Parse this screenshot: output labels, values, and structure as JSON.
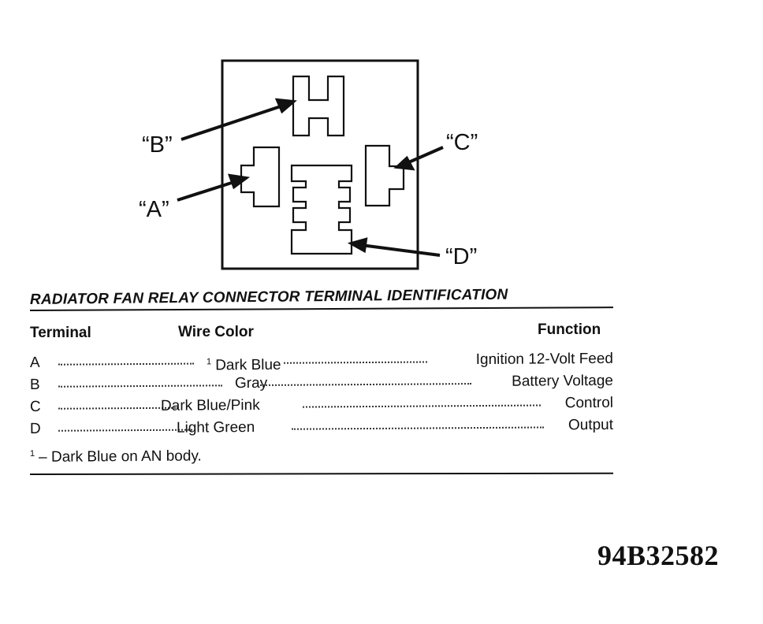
{
  "diagram": {
    "callouts": {
      "a": "“A”",
      "b": "“B”",
      "c": "“C”",
      "d": "“D”"
    }
  },
  "table": {
    "title": "RADIATOR FAN RELAY CONNECTOR TERMINAL IDENTIFICATION",
    "headers": {
      "terminal": "Terminal",
      "wire_color": "Wire Color",
      "function": "Function"
    },
    "rows": [
      {
        "terminal": "A",
        "marker": "1",
        "wire_color": "Dark Blue",
        "function": "Ignition 12-Volt Feed"
      },
      {
        "terminal": "B",
        "marker": "",
        "wire_color": "Gray",
        "function": "Battery Voltage"
      },
      {
        "terminal": "C",
        "marker": "",
        "wire_color": "Dark Blue/Pink",
        "function": "Control"
      },
      {
        "terminal": "D",
        "marker": "",
        "wire_color": "Light Green",
        "function": "Output"
      }
    ],
    "footnote": {
      "marker": "1",
      "text": "–  Dark Blue on AN body."
    }
  },
  "figure_id": "94B32582"
}
